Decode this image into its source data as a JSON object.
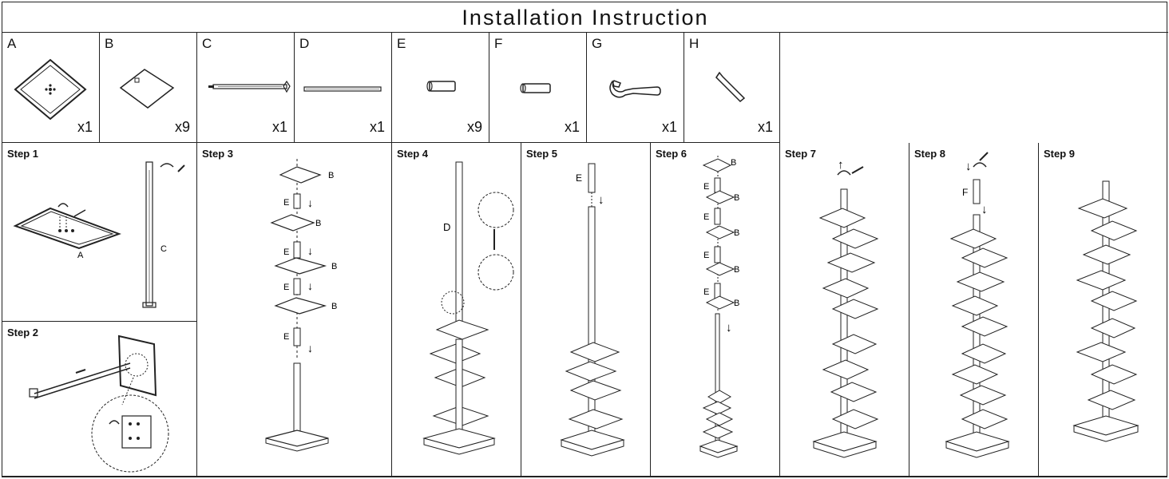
{
  "title": "Installation Instruction",
  "parts": [
    {
      "letter": "A",
      "qty": "x1"
    },
    {
      "letter": "B",
      "qty": "x9"
    },
    {
      "letter": "C",
      "qty": "x1"
    },
    {
      "letter": "D",
      "qty": "x1"
    },
    {
      "letter": "E",
      "qty": "x9"
    },
    {
      "letter": "F",
      "qty": "x1"
    },
    {
      "letter": "G",
      "qty": "x1"
    },
    {
      "letter": "H",
      "qty": "x1"
    }
  ],
  "steps": [
    "Step 1",
    "Step 2",
    "Step 3",
    "Step 4",
    "Step 5",
    "Step 6",
    "Step 7",
    "Step 8",
    "Step 9"
  ],
  "labels": {
    "A": "A",
    "B": "B",
    "C": "C",
    "D": "D",
    "E": "E",
    "F": "F"
  }
}
